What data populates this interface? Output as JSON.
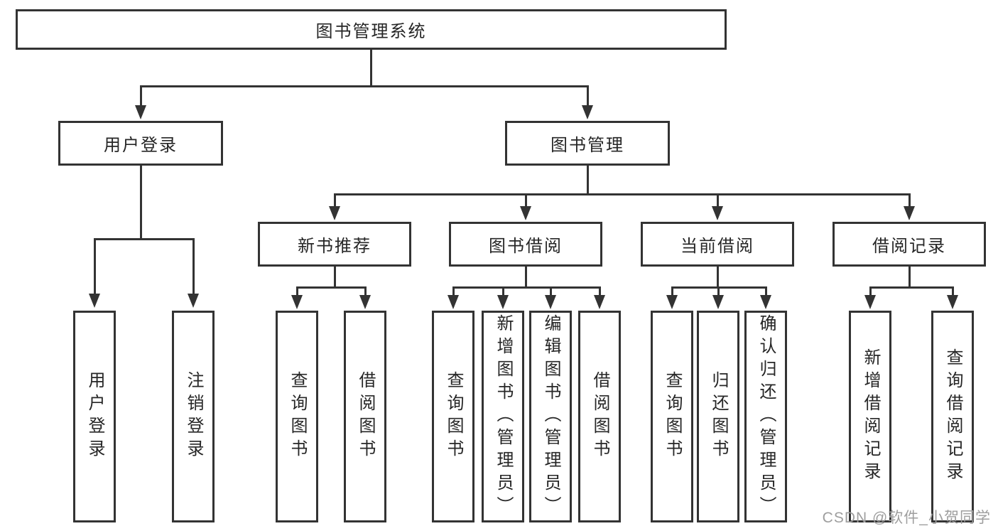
{
  "nodes": {
    "root": "图书管理系统",
    "user_login": "用户登录",
    "book_management": "图书管理",
    "new_book_recommend": "新书推荐",
    "book_borrow": "图书借阅",
    "current_borrow": "当前借阅",
    "borrow_records": "借阅记录",
    "leaf_user_login": "用户登录",
    "leaf_logout": "注销登录",
    "leaf_query_book_a": "查询图书",
    "leaf_borrow_book_a": "借阅图书",
    "leaf_query_book_b": "查询图书",
    "leaf_add_book_admin": "新增图书（管理员）",
    "leaf_edit_book_admin": "编辑图书（管理员）",
    "leaf_borrow_book_b": "借阅图书",
    "leaf_query_book_c": "查询图书",
    "leaf_return_book": "归还图书",
    "leaf_confirm_return_admin": "确认归还（管理员）",
    "leaf_add_borrow_record": "新增借阅记录",
    "leaf_query_borrow_record": "查询借阅记录"
  },
  "watermark": "CSDN @软件_小贺同学",
  "colors": {
    "line": "#333333",
    "text": "#262626",
    "watermark_text": "#9e9e9e",
    "background": "#ffffff"
  }
}
